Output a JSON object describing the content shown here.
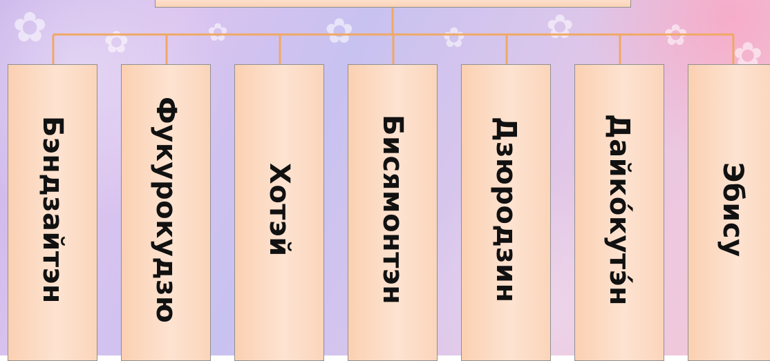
{
  "colors": {
    "connector": "#f0a865",
    "card_fill": "#fbd5bb",
    "card_border": "#8f8f8f",
    "text": "#111111"
  },
  "diagram": {
    "root_label": "",
    "children": [
      {
        "label": "Бэндзайтэн"
      },
      {
        "label": "Фукурокудзю"
      },
      {
        "label": "Хотэй"
      },
      {
        "label": "Бисямонтэн"
      },
      {
        "label": "Дзюродзин"
      },
      {
        "label": "Дайко́кутэ́н"
      },
      {
        "label": "Эбису"
      }
    ]
  }
}
